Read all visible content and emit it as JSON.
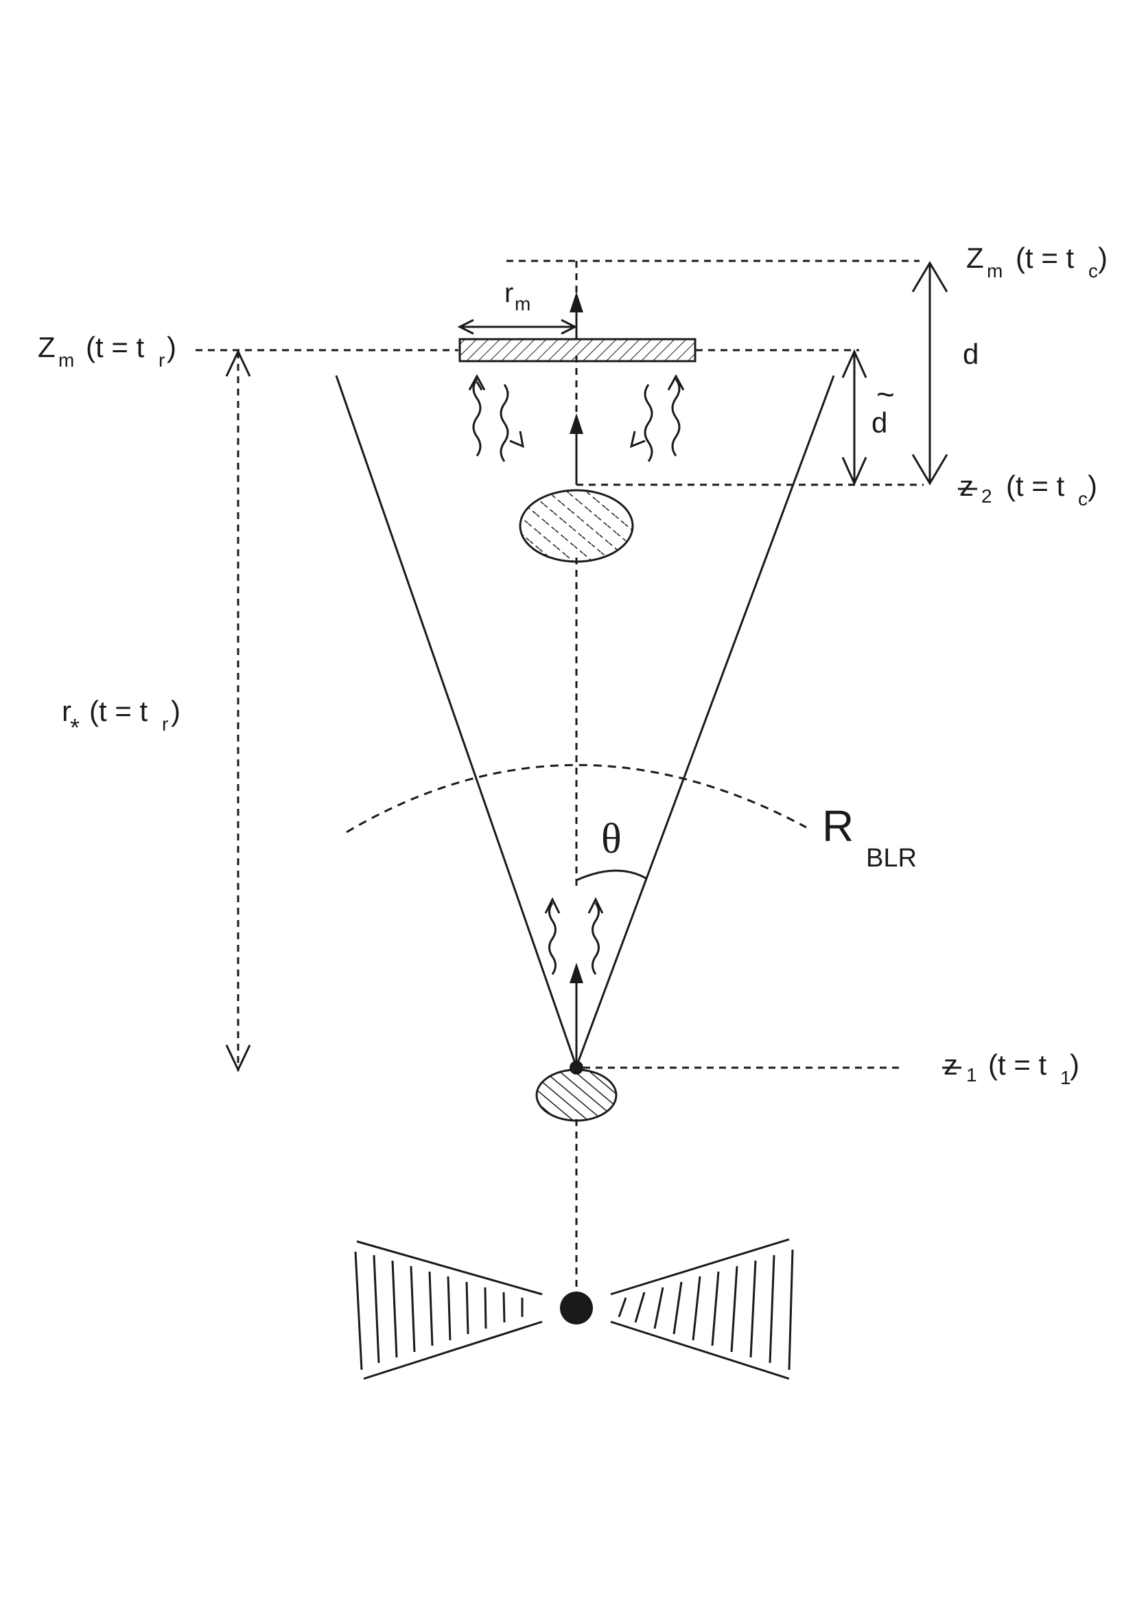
{
  "diagram": {
    "labels": {
      "zm_tc": {
        "main": "Z",
        "sub": "m",
        "paren_open": "(t = t",
        "paren_sub": "c",
        "paren_close": ")"
      },
      "zm_tr": {
        "main": "Z",
        "sub": "m",
        "paren_open": "(t = t",
        "paren_sub": "r",
        "paren_close": ")"
      },
      "rm": {
        "main": "r",
        "sub": "m"
      },
      "d": "d",
      "d_tilde": {
        "main": "d",
        "accent": "~"
      },
      "z2": {
        "main": "z",
        "sub": "2",
        "paren_open": "(t = t",
        "paren_sub": "c",
        "paren_close": ")"
      },
      "z1": {
        "main": "z",
        "sub": "1",
        "paren_open": "(t = t",
        "paren_sub": "1",
        "paren_close": ")"
      },
      "r_star": {
        "main": "r",
        "sub": "*",
        "paren_open": "(t = t",
        "paren_sub": "r",
        "paren_close": ")"
      },
      "theta": "θ",
      "r_blr": {
        "main": "R",
        "sub": "BLR"
      }
    },
    "colors": {
      "ink": "#1a1a1a",
      "background": "#ffffff"
    },
    "icons": [
      "wavy-photon-arrow-icon",
      "hatched-plasmoid-icon",
      "black-hole-icon",
      "accretion-disk-icon",
      "hatched-mirror-icon"
    ]
  }
}
